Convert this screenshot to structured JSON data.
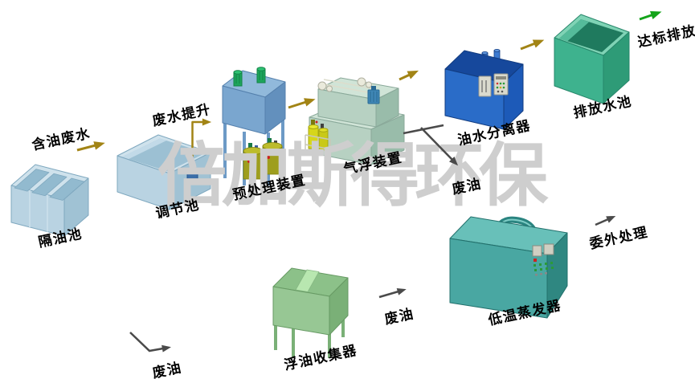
{
  "diagram": {
    "watermark": "倍加斯得环保",
    "equipment": {
      "oil_separation_tank": "隔油池",
      "regulating_tank": "调节池",
      "pretreatment_unit": "预处理装置",
      "air_flotation_unit": "气浮装置",
      "oil_water_separator": "油水分离器",
      "discharge_tank": "排放水池",
      "low_temp_evaporator": "低温蒸发器",
      "floating_oil_collector": "浮油收集器"
    },
    "flows": {
      "oily_wastewater": "含油废水",
      "wastewater_lift": "废水提升",
      "standard_discharge": "达标排放",
      "waste_oil_separator": "废油",
      "waste_oil_collector": "废油",
      "waste_oil_bottom": "废油",
      "outsourced_treatment": "委外处理"
    },
    "colors": {
      "flow_arrow_olive": "#a28415",
      "discharge_arrow_green": "#14a41a",
      "waste_arrow_dark": "#4a4a4a",
      "light_blue_tank": "#b9d3e2",
      "pretreatment_blue": "#7aa6cf",
      "flotation_sage": "#b7d1c2",
      "separator_blue": "#2a6cc8",
      "discharge_teal": "#3eb28e",
      "evaporator_teal": "#49a7a2",
      "collector_green": "#97c794",
      "drum_olive": "#9e9e1e",
      "pump_yellow": "#d6d61a",
      "motor_green": "#1da55c",
      "watermark_gray": "#cecece"
    }
  }
}
